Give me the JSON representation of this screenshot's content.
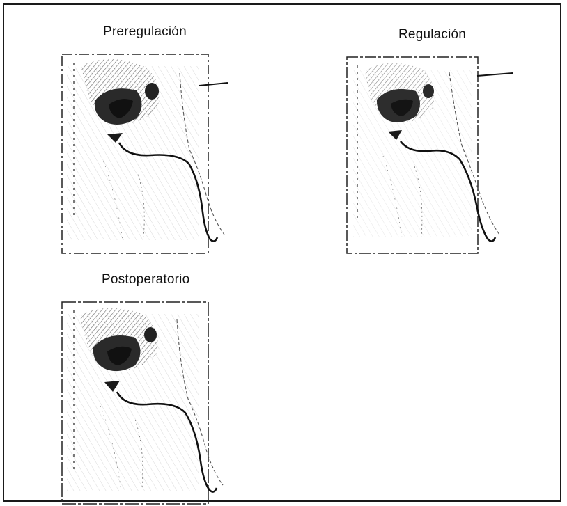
{
  "panels": [
    {
      "id": "preregulacion",
      "title": "Preregulación",
      "icon": "airway-xray-sketch-icon",
      "has_marker_line": true
    },
    {
      "id": "regulacion",
      "title": "Regulación",
      "icon": "airway-xray-sketch-icon",
      "has_marker_line": true
    },
    {
      "id": "postoperatorio",
      "title": "Postoperatorio",
      "icon": "airway-xray-sketch-icon",
      "has_marker_line": false
    }
  ],
  "colors": {
    "ink": "#111111",
    "shade": "#555555",
    "dark": "#1a1a1a",
    "paper": "#ffffff"
  }
}
